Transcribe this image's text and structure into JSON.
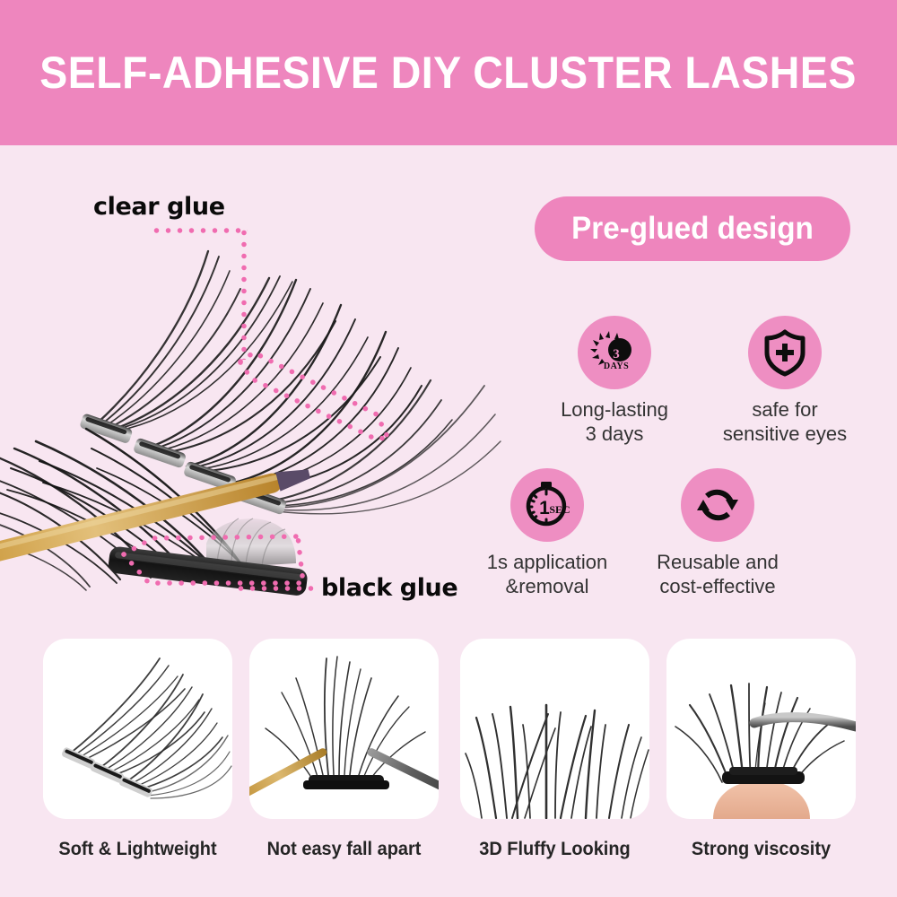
{
  "header": {
    "title": "SELF-ADHESIVE DIY CLUSTER LASHES",
    "background_color": "#ee86be",
    "text_color": "#ffffff"
  },
  "page": {
    "background_color": "#f8e6f1",
    "accent_pink": "#ee85bd",
    "dot_pink": "#f06cb0"
  },
  "callouts": [
    {
      "id": "clear-glue",
      "text": "clear glue"
    },
    {
      "id": "black-glue",
      "text": "black glue"
    }
  ],
  "badge": {
    "label": "Pre-glued design",
    "background_color": "#ee85bd",
    "text_color": "#ffffff"
  },
  "features": [
    {
      "icon": "sun-moon-3days-icon",
      "icon_text_main": "3",
      "icon_text_sub": "DAYS",
      "label": "Long-lasting\n3 days"
    },
    {
      "icon": "shield-plus-icon",
      "label": "safe for\nsensitive eyes"
    },
    {
      "icon": "stopwatch-1sec-icon",
      "icon_text_main": "1",
      "icon_text_sub": "SEC",
      "label": "1s application\n&removal"
    },
    {
      "icon": "refresh-cycle-icon",
      "label": "Reusable and\ncost-effective"
    }
  ],
  "cards": [
    {
      "image": "lash-cluster-fan-photo",
      "caption": "Soft & Lightweight"
    },
    {
      "image": "lash-cluster-tweezers-photo",
      "caption": "Not easy fall apart"
    },
    {
      "image": "lash-fibers-closeup-photo",
      "caption": "3D Fluffy Looking"
    },
    {
      "image": "lash-on-finger-photo",
      "caption": "Strong viscosity"
    }
  ]
}
